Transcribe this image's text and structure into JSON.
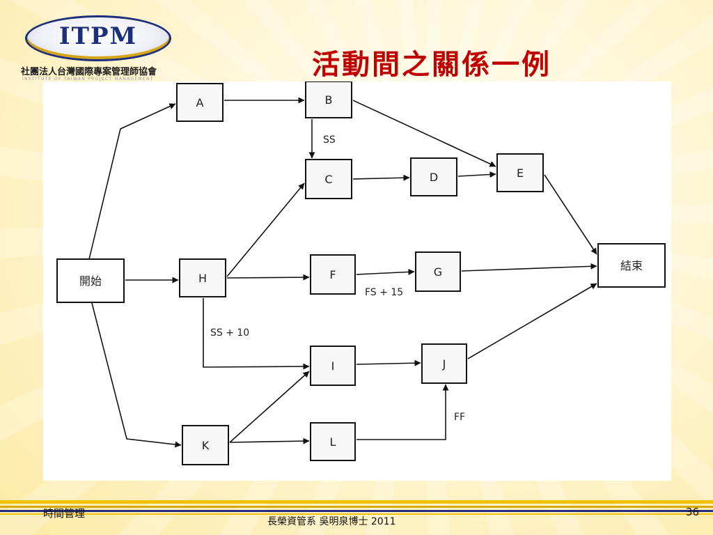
{
  "logo": {
    "mark": "ITPM",
    "org_name": "社團法人台灣國際專案管理師協會",
    "org_name_en": "INSTITUTE OF TAIWAN PROJECT MANAGEMENT"
  },
  "title": "活動間之關係一例",
  "diagram": {
    "nodes": [
      {
        "id": "start",
        "label": "開始"
      },
      {
        "id": "A",
        "label": "A"
      },
      {
        "id": "B",
        "label": "B"
      },
      {
        "id": "C",
        "label": "C"
      },
      {
        "id": "D",
        "label": "D"
      },
      {
        "id": "E",
        "label": "E"
      },
      {
        "id": "F",
        "label": "F"
      },
      {
        "id": "G",
        "label": "G"
      },
      {
        "id": "H",
        "label": "H"
      },
      {
        "id": "I",
        "label": "I"
      },
      {
        "id": "J",
        "label": "J"
      },
      {
        "id": "K",
        "label": "K"
      },
      {
        "id": "L",
        "label": "L"
      },
      {
        "id": "end",
        "label": "結束"
      }
    ],
    "edges": [
      {
        "from": "start",
        "to": "A",
        "label": ""
      },
      {
        "from": "start",
        "to": "H",
        "label": ""
      },
      {
        "from": "start",
        "to": "K",
        "label": ""
      },
      {
        "from": "A",
        "to": "B",
        "label": ""
      },
      {
        "from": "B",
        "to": "C",
        "label": "SS"
      },
      {
        "from": "B",
        "to": "E",
        "label": ""
      },
      {
        "from": "C",
        "to": "D",
        "label": ""
      },
      {
        "from": "D",
        "to": "E",
        "label": ""
      },
      {
        "from": "E",
        "to": "end",
        "label": ""
      },
      {
        "from": "H",
        "to": "C",
        "label": ""
      },
      {
        "from": "H",
        "to": "F",
        "label": ""
      },
      {
        "from": "F",
        "to": "G",
        "label": "FS + 15"
      },
      {
        "from": "G",
        "to": "end",
        "label": ""
      },
      {
        "from": "H",
        "to": "I",
        "label": "SS + 10"
      },
      {
        "from": "K",
        "to": "I",
        "label": ""
      },
      {
        "from": "K",
        "to": "L",
        "label": ""
      },
      {
        "from": "I",
        "to": "J",
        "label": ""
      },
      {
        "from": "L",
        "to": "J",
        "label": "FF"
      },
      {
        "from": "J",
        "to": "end",
        "label": ""
      }
    ]
  },
  "footer": {
    "left": "時間管理",
    "center": "長榮資管系 吳明泉博士 2011",
    "page": "36"
  }
}
